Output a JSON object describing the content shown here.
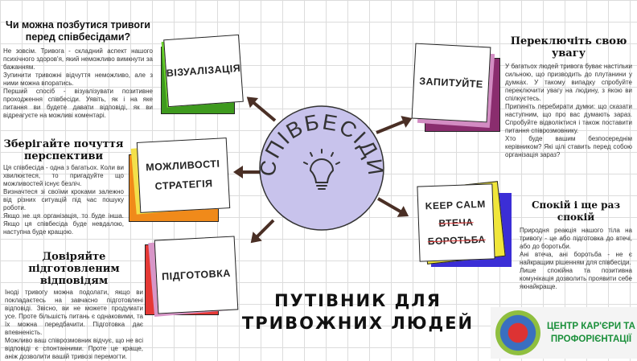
{
  "center": {
    "label": "СПІВБЕСІДИ",
    "icon": "lightbulb-icon"
  },
  "title": {
    "line1": "ПУТІВНИК ДЛЯ",
    "line2": "ТРИВОЖНИХ ЛЮДЕЙ"
  },
  "logo": {
    "line1": "ЦЕНТР КАР'ЄРИ ТА",
    "line2": "ПРОФОРІЄНТАЦІЇ"
  },
  "cards": {
    "vis": "ВІЗУАЛІЗАЦІЯ",
    "opp1": "МОЖЛИВОСТІ",
    "opp2": "СТРАТЕГІЯ",
    "prep": "ПІДГОТОВКА",
    "ask": "ЗАПИТУЙТЕ",
    "calm": "KEEP CALM",
    "flee": "ВТЕЧА",
    "fight": "БОРОТЬБА"
  },
  "sections": [
    {
      "title": "Чи можна позбутися тривоги перед співбесідами?",
      "paras": [
        "Не зовсім. Тривога - складний аспект нашого психічного здоров'я, який неможливо вимкнути за бажанням.",
        "Зупинити тривожні відчуття неможливо, але з ними можна впоратись.",
        "Перший спосіб - візуалізувати позитивне проходження співбесіди. Уявіть, як і на яке питання ви будете давати відповіді, як ви відреагуєте на можливі коментарі."
      ]
    },
    {
      "title": "Зберігайте почуття перспективи",
      "paras": [
        "Ця співбесіда - одна з багатьох. Коли ви хвилюєтеся, то пригадуйте що можливостей існує безліч.",
        "Визначтеся зі своїми кроками залежно від різних ситуацій під час пошуку роботи.",
        "Якщо не ця організація, то буде інша. Якщо ця співбесіда буде невдалою, наступна буде кращою."
      ]
    },
    {
      "title": "Довіряйте підготовленим відповідям",
      "paras": [
        "Іноді тривогу можна подолати, якщо ви покладаєтесь на завчасно підготовлені відповіді. Звісно, ви не можете продумати усе. Проте більшість питань є однаковими, та їх можна передбачити. Підготовка дає впевненість.",
        "Можливо ваш співрозмовник відчує, що не всі відповіді є спонтанними. Проте це краще, аніж дозволити вашій тривозі перемогти."
      ]
    },
    {
      "title": "Переключіть свою увагу",
      "paras": [
        "У багатьох людей тривога буває настільки сильною, що призводить до плутанини у думках. У такому випадку спробуйте переключити увагу на людину, з якою ви спілкуєтесь.",
        "Припиніть перебирати думки: що сказати наступним, що про вас думають зараз. Спробуйте відволіктися і також поставити питання співрозмовнику.",
        "Хто буде вашим безпосереднім керівником? Які цілі ставить перед собою організація зараз?"
      ]
    },
    {
      "title": "Спокій і ще раз спокій",
      "paras": [
        "Природня реакція нашого тіла на тривогу - це або підготовка до втечі, або до боротьби.",
        "Ані втеча, ані боротьба - не є найкращим рішенням для співбесіди.",
        "Лише спокійна та позитивна комунікація дозволить проявити себе якнайкраще."
      ]
    }
  ]
}
